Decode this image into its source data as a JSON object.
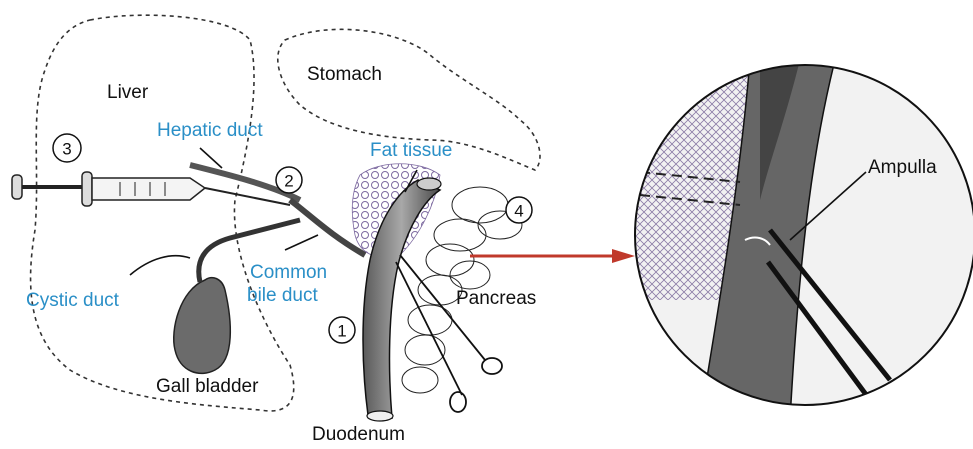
{
  "labels": {
    "liver": "Liver",
    "stomach": "Stomach",
    "hepatic_duct": "Hepatic duct",
    "fat_tissue": "Fat tissue",
    "cystic_duct": "Cystic duct",
    "common_bile_duct_line1": "Common",
    "common_bile_duct_line2": "bile duct",
    "pancreas": "Pancreas",
    "gall_bladder": "Gall bladder",
    "duodenum": "Duodenum",
    "ampulla": "Ampulla"
  },
  "markers": [
    "1",
    "2",
    "3",
    "4"
  ],
  "colors": {
    "label_blue": "#2a8fc7",
    "label_black": "#111111",
    "arrow_red": "#c0392b",
    "fat_purple": "#7d6aa0"
  }
}
